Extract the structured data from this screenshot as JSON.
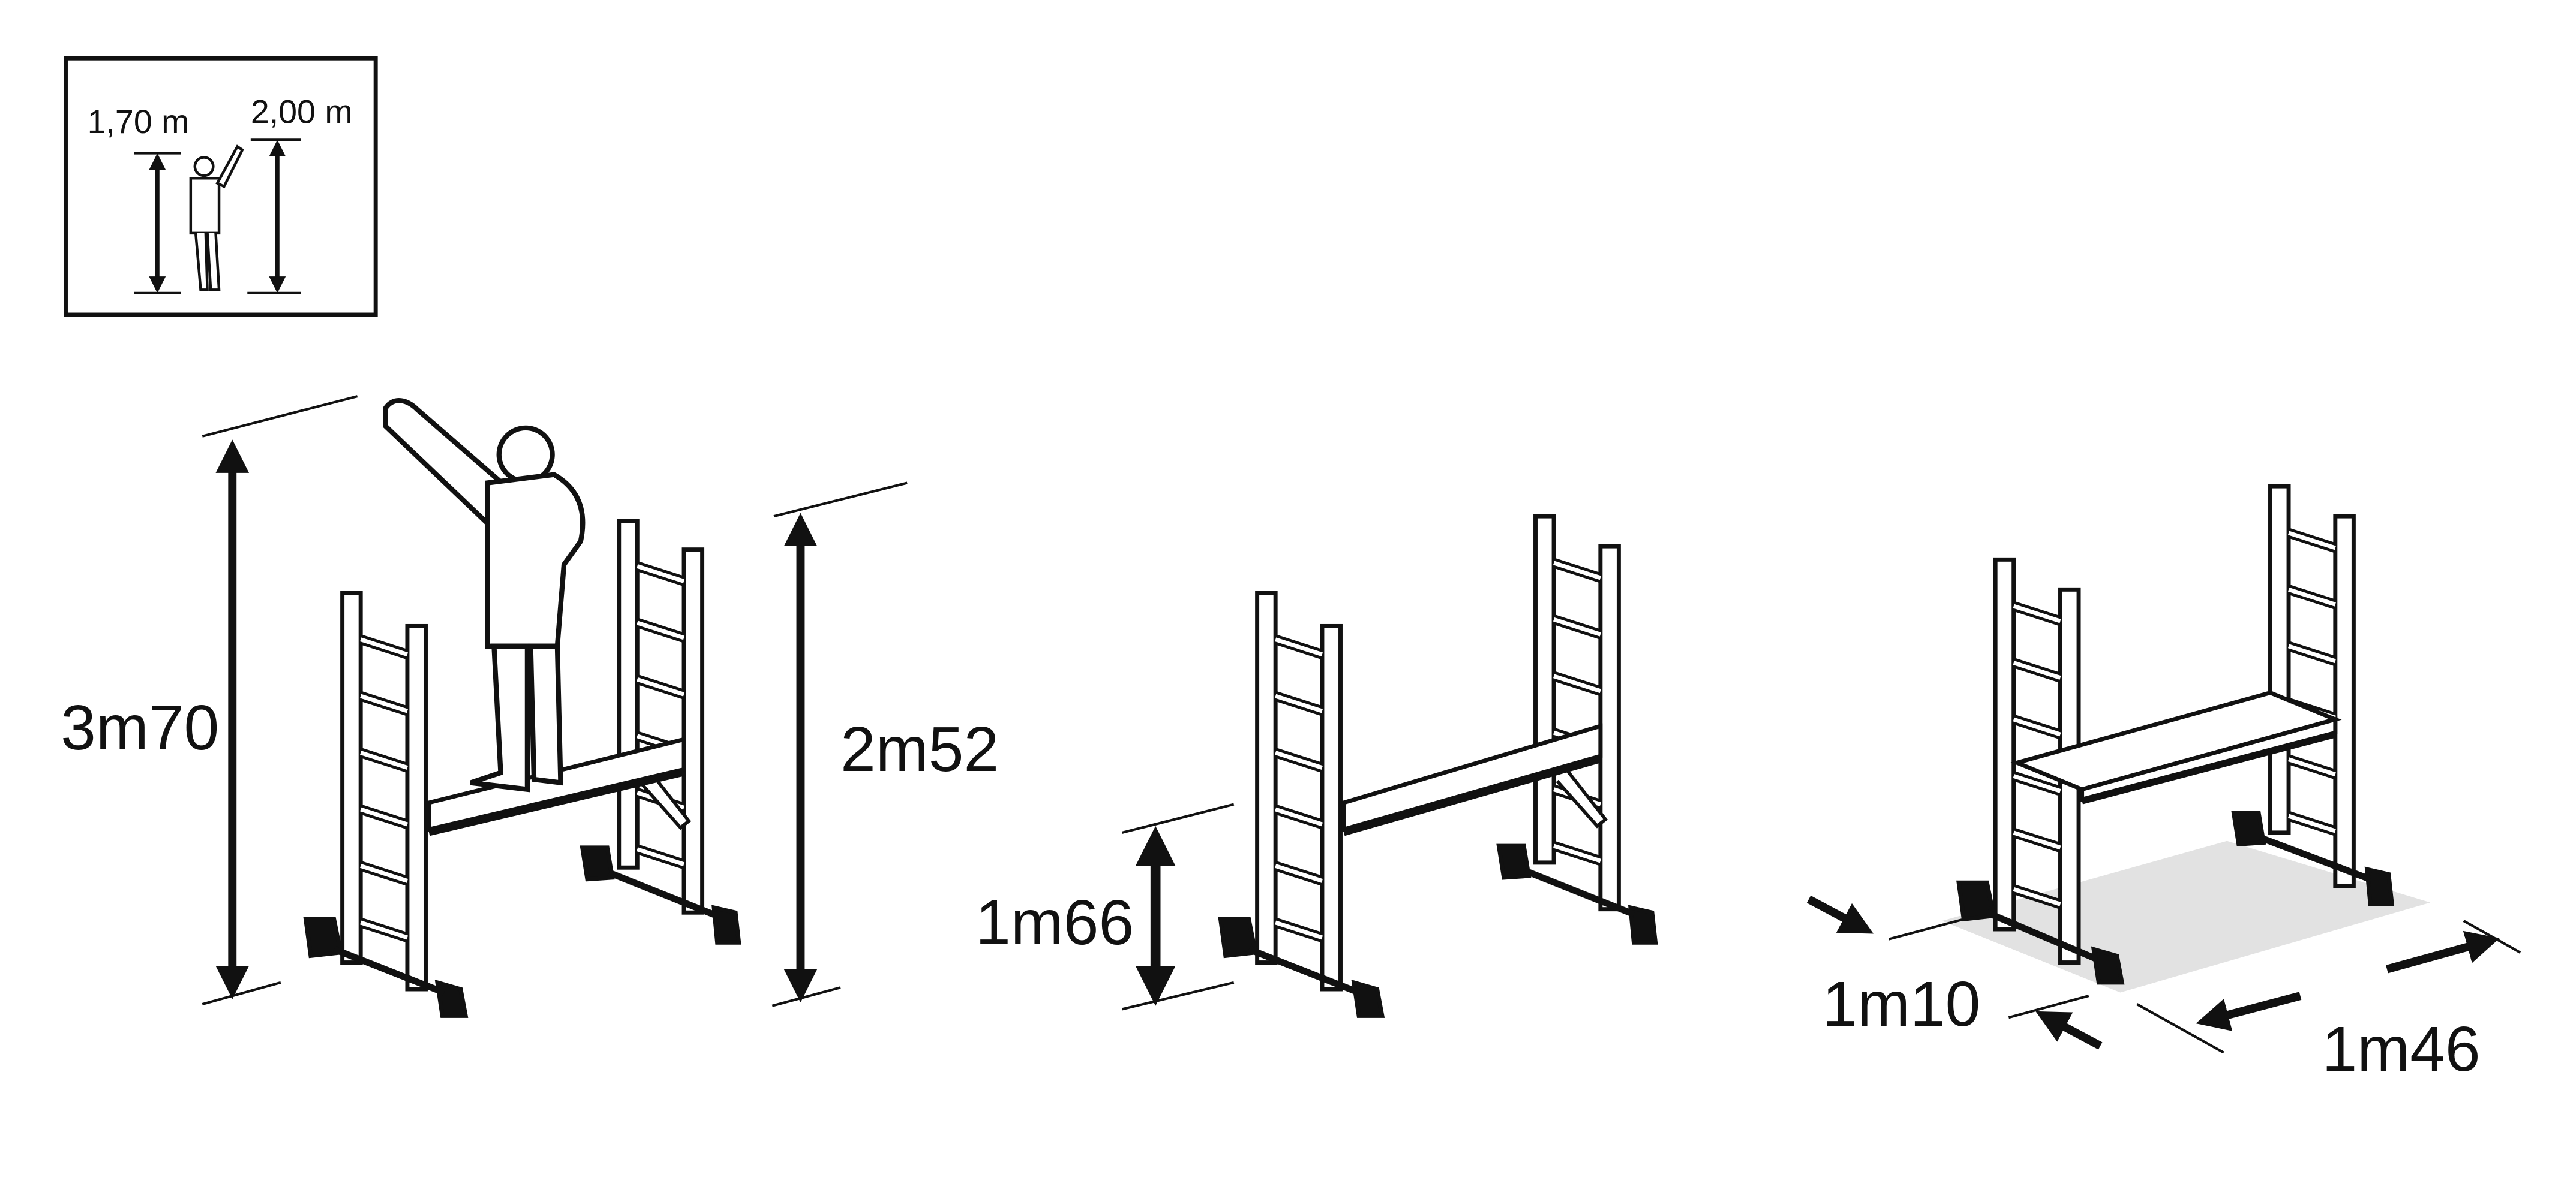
{
  "legend": {
    "person_height": "1,70 m",
    "reach_height": "2,00 m"
  },
  "config_working": {
    "total_reach": "3m70",
    "platform_top": "2m52"
  },
  "config_low": {
    "platform_height": "1m66"
  },
  "config_footprint": {
    "depth": "1m10",
    "length": "1m46"
  },
  "colors": {
    "line": "#111111",
    "floor_shadow": "#e2e2e2",
    "background": "#ffffff"
  }
}
